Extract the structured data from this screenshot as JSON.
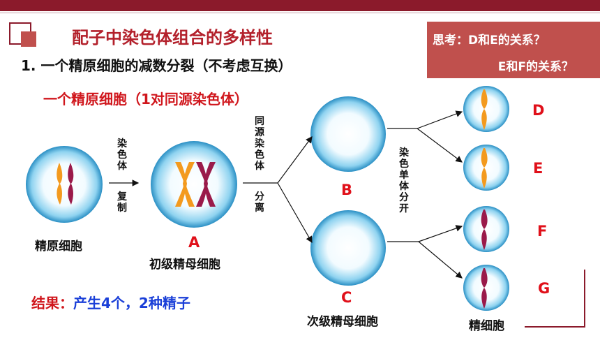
{
  "header": {
    "title": "配子中染色体组合的多样性"
  },
  "subtitle": "1. 一个精原细胞的减数分裂（不考虑互换）",
  "caption": "一个精原细胞（1对同源染色体）",
  "think_box": {
    "line1": "思考：D和E的关系？",
    "line2": "E和F的关系？"
  },
  "labels": {
    "spermatogonium": "精原细胞",
    "primary": "初级精母细胞",
    "secondary": "次级精母细胞",
    "sperm": "精细胞",
    "A": "A",
    "B": "B",
    "C": "C",
    "D": "D",
    "E": "E",
    "F": "F",
    "G": "G"
  },
  "arrow_texts": {
    "replicate_top": "染色体",
    "replicate_bottom": "复制",
    "separate_top": "同源染色体",
    "separate_bottom": "分离",
    "chromatid": "染色单体分开"
  },
  "result": {
    "key": "结果：",
    "value": "产生4个，2种精子"
  },
  "colors": {
    "orange": "#f39a1e",
    "purple": "#9a1a4a",
    "accent": "#8b1a2b",
    "red": "#e0101a",
    "blue": "#1a3fd8"
  }
}
